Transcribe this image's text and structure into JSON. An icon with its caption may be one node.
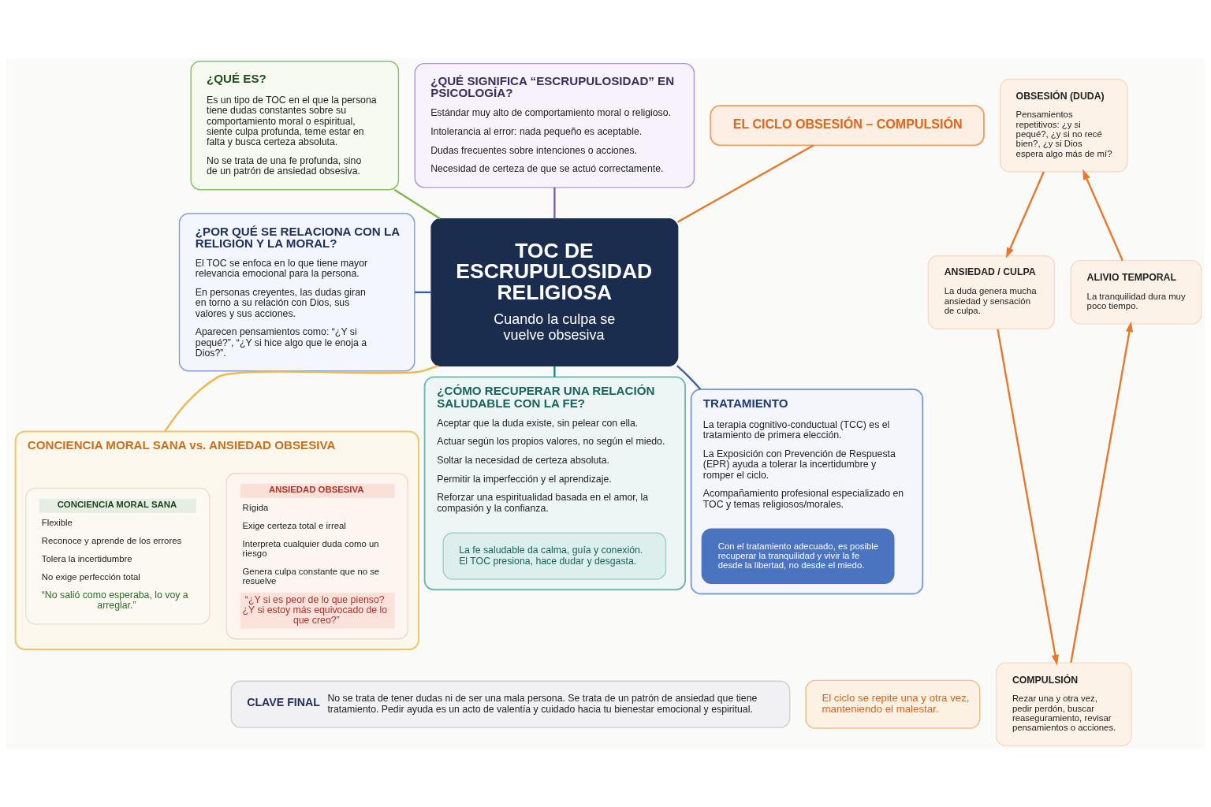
{
  "diagram": {
    "nodes": [
      {
        "text": [
          "TOC DE ESCRUPULOSIDAD RELIGIOSA",
          "Cuando la culpa se vuelve obsesiva"
        ]
      },
      {
        "text": [
          "¿QUÉ ES?",
          "Es un tipo de TOC en el que la persona tiene dudas constantes sobre su comportamiento moral o espiritual, siente culpa profunda, teme estar en falta y busca certeza absoluta.",
          "No se trata de una fe profunda, sino de un patrón de ansiedad obsesiva."
        ]
      },
      {
        "text": [
          "¿QUÉ SIGNIFICA “ESCRUPULOSIDAD” EN PSICOLOGÍA?",
          "Estándar muy alto de comportamiento moral o religioso.",
          "Intolerancia al error: nada pequeño es aceptable.",
          "Dudas frecuentes sobre intenciones o acciones.",
          "Necesidad de certeza de que se actuó correctamente."
        ]
      },
      {
        "text": [
          "EL CICLO OBSESIÓN – COMPULSIÓN"
        ]
      },
      {
        "text": [
          "OBSESIÓN (DUDA)",
          "Pensamientos repetitivos: ¿y si pequé?, ¿y si no recé bien?, ¿y si Dios espera algo más de mí?"
        ]
      },
      {
        "text": [
          "ANSIEDAD / CULPA",
          "La duda genera mucha ansiedad y sensación de culpa."
        ]
      },
      {
        "text": [
          "COMPULSIÓN",
          "Rezar una y otra vez, pedir perdón, buscar reaseguramiento, revisar pensamientos o acciones."
        ]
      },
      {
        "text": [
          "ALIVIO TEMPORAL",
          "La tranquilidad dura muy poco tiempo."
        ]
      },
      {
        "text": [
          "El ciclo se repite una y otra vez, manteniendo el malestar."
        ]
      },
      {
        "text": [
          "¿POR QUÉ SE RELACIONA CON LA RELIGIÓN Y LA MORAL?",
          "El TOC se enfoca en lo que tiene mayor relevancia emocional para la persona.",
          "En personas creyentes, las dudas giran en torno a su relación con Dios, sus valores y sus acciones.",
          "Aparecen pensamientos como: “¿Y si pequé?”, “¿Y si hice algo que le enoja a Dios?”."
        ]
      },
      {
        "text": [
          "CONCIENCIA MORAL SANA vs. ANSIEDAD OBSESIVA"
        ]
      },
      {
        "text": [
          "CONCIENCIA MORAL SANA",
          "Flexible",
          "Reconoce y aprende de los errores",
          "Tolera la incertidumbre",
          "No exige perfección total",
          "“No salió como esperaba, lo voy a arreglar.”"
        ],
        "in": 10
      },
      {
        "text": [
          "ANSIEDAD OBSESIVA",
          "Rígida",
          "Exige certeza total e irreal",
          "Interpreta cualquier duda como un riesgo",
          "Genera culpa constante que no se resuelve",
          "“¿Y si es peor de lo que pienso? ¿Y si estoy más equivocado de lo que creo?”"
        ],
        "in": 10
      },
      {
        "text": [
          "¿CÓMO RECUPERAR UNA RELACIÓN SALUDABLE CON LA FE?",
          "Aceptar que la duda existe, sin pelear con ella.",
          "Actuar según los propios valores, no según el miedo.",
          "Soltar la necesidad de certeza absoluta.",
          "Permitir la imperfección y el aprendizaje.",
          "Reforzar una espiritualidad basada en el amor, la compasión y la confianza."
        ]
      },
      {
        "text": [
          "La fe saludable da calma, guía y conexión. El TOC presiona, hace dudar y desgasta."
        ],
        "in": 13
      },
      {
        "text": [
          "TRATAMIENTO",
          "La terapia cognitivo-conductual (TCC) es el tratamiento de primera elección.",
          "La Exposición con Prevención de Respuesta (EPR) ayuda a tolerar la incertidumbre y romper el ciclo.",
          "Acompañamiento profesional especializado en TOC y temas religiosos/morales."
        ]
      },
      {
        "text": [
          "Con el tratamiento adecuado, es posible recuperar la tranquilidad y vivir la fe desde la libertad, no desde el miedo."
        ],
        "in": 15
      },
      {
        "text": [
          "CLAVE FINAL",
          "No se trata de tener dudas ni de ser una mala persona. Se trata de un patrón de ansiedad que tiene tratamiento. Pedir ayuda es un acto de valentía y cuidado hacia tu bienestar emocional y espiritual."
        ]
      }
    ],
    "edges": [
      {
        "from": 1,
        "to": 0,
        "arrow": "none",
        "color": "#7cb84e"
      },
      {
        "from": 2,
        "to": 0,
        "arrow": "none",
        "color": "#7b5ea7"
      },
      {
        "from": 3,
        "to": 0,
        "arrow": "none",
        "color": "#e8782a"
      },
      {
        "from": 9,
        "to": 0,
        "arrow": "none",
        "color": "#3b5fa8"
      },
      {
        "from": 0,
        "to": 10,
        "arrow": "none",
        "color": "#f0b84a"
      },
      {
        "from": 0,
        "to": 13,
        "arrow": "none",
        "color": "#1f8a80"
      },
      {
        "from": 0,
        "to": 15,
        "arrow": "none",
        "color": "#3b5fa8"
      },
      {
        "from": 4,
        "to": 5,
        "arrow": "to",
        "color": "#e8782a"
      },
      {
        "from": 5,
        "to": 6,
        "arrow": "to",
        "color": "#e8782a"
      },
      {
        "from": 6,
        "to": 7,
        "arrow": "to",
        "color": "#e8782a"
      },
      {
        "from": 7,
        "to": 4,
        "arrow": "to",
        "color": "#e8782a"
      }
    ]
  }
}
